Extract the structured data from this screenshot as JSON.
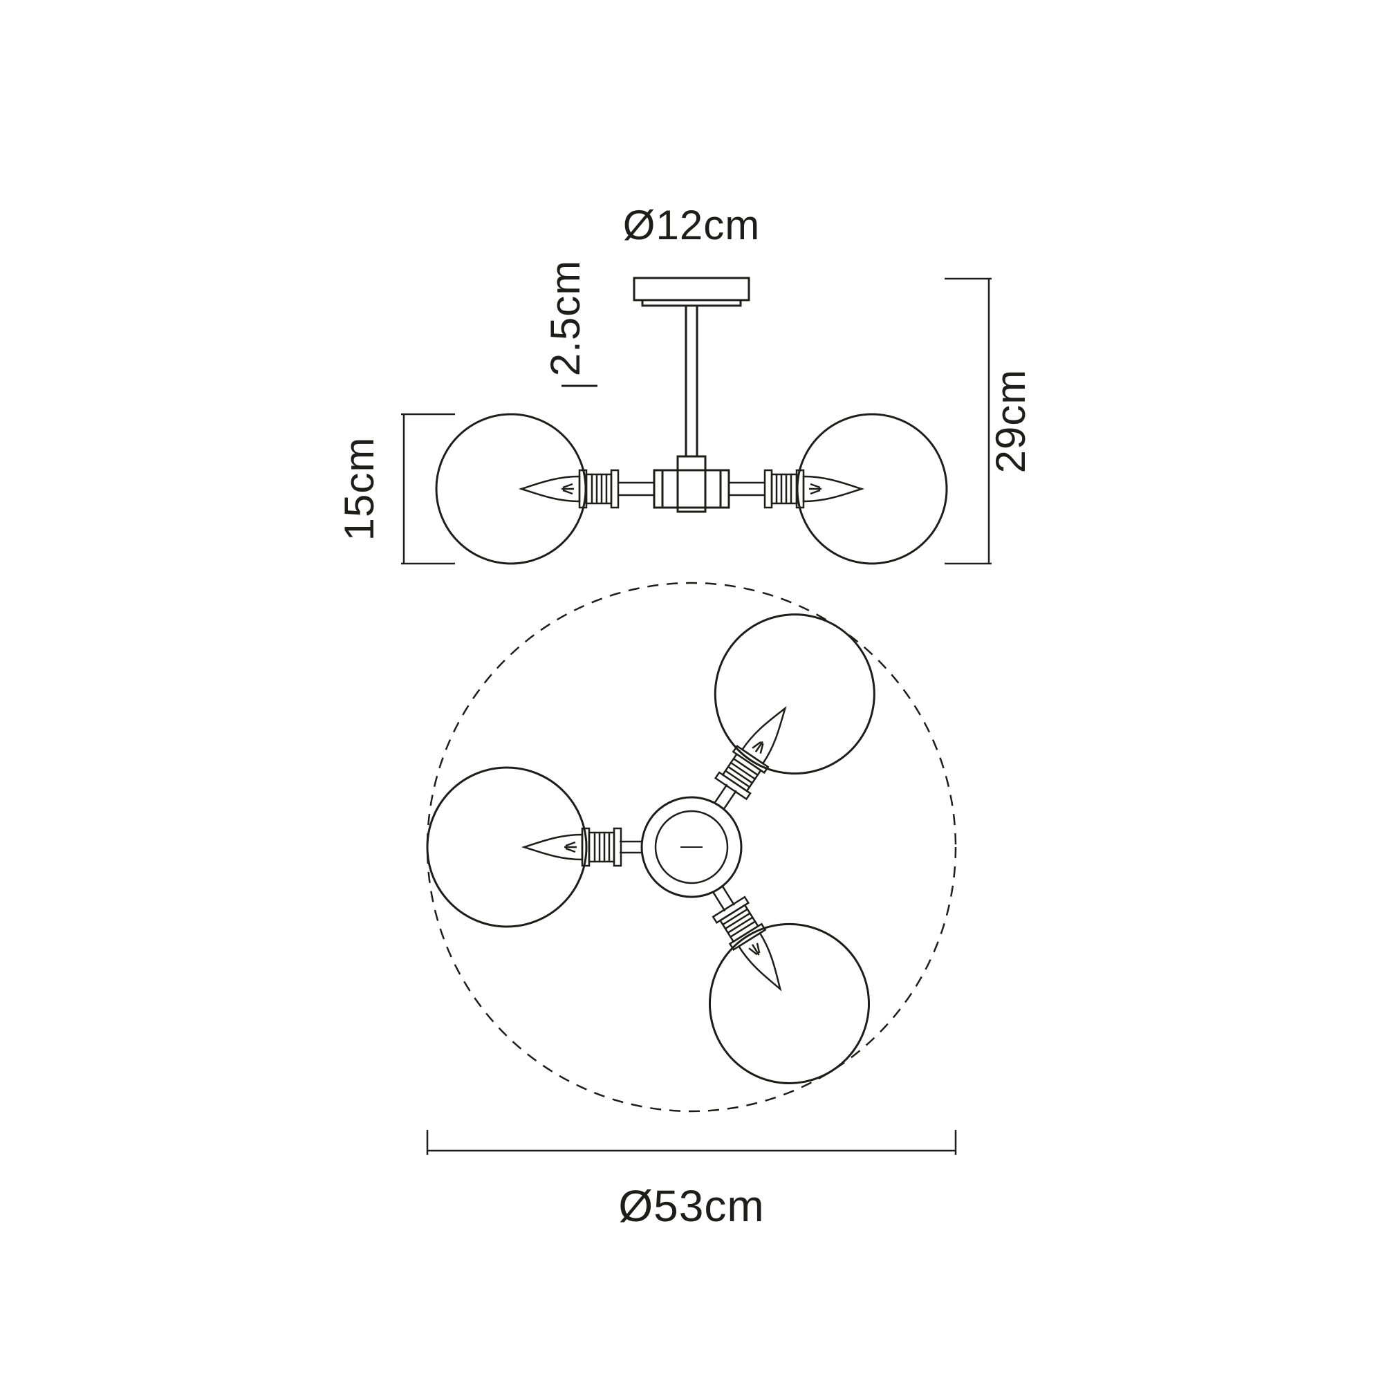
{
  "page": {
    "background": "#ffffff",
    "ink": "#1d1d1b"
  },
  "diagram": {
    "subject": "three-light-globe-ceiling-fitting-dimension-drawing",
    "views": {
      "side": {
        "dims": {
          "canopy_diameter": "Ø12cm",
          "canopy_depth": "2.5cm",
          "shade_diameter": "15cm",
          "overall_height": "29cm"
        }
      },
      "plan": {
        "dims": {
          "overall_diameter": "Ø53cm"
        }
      }
    }
  }
}
